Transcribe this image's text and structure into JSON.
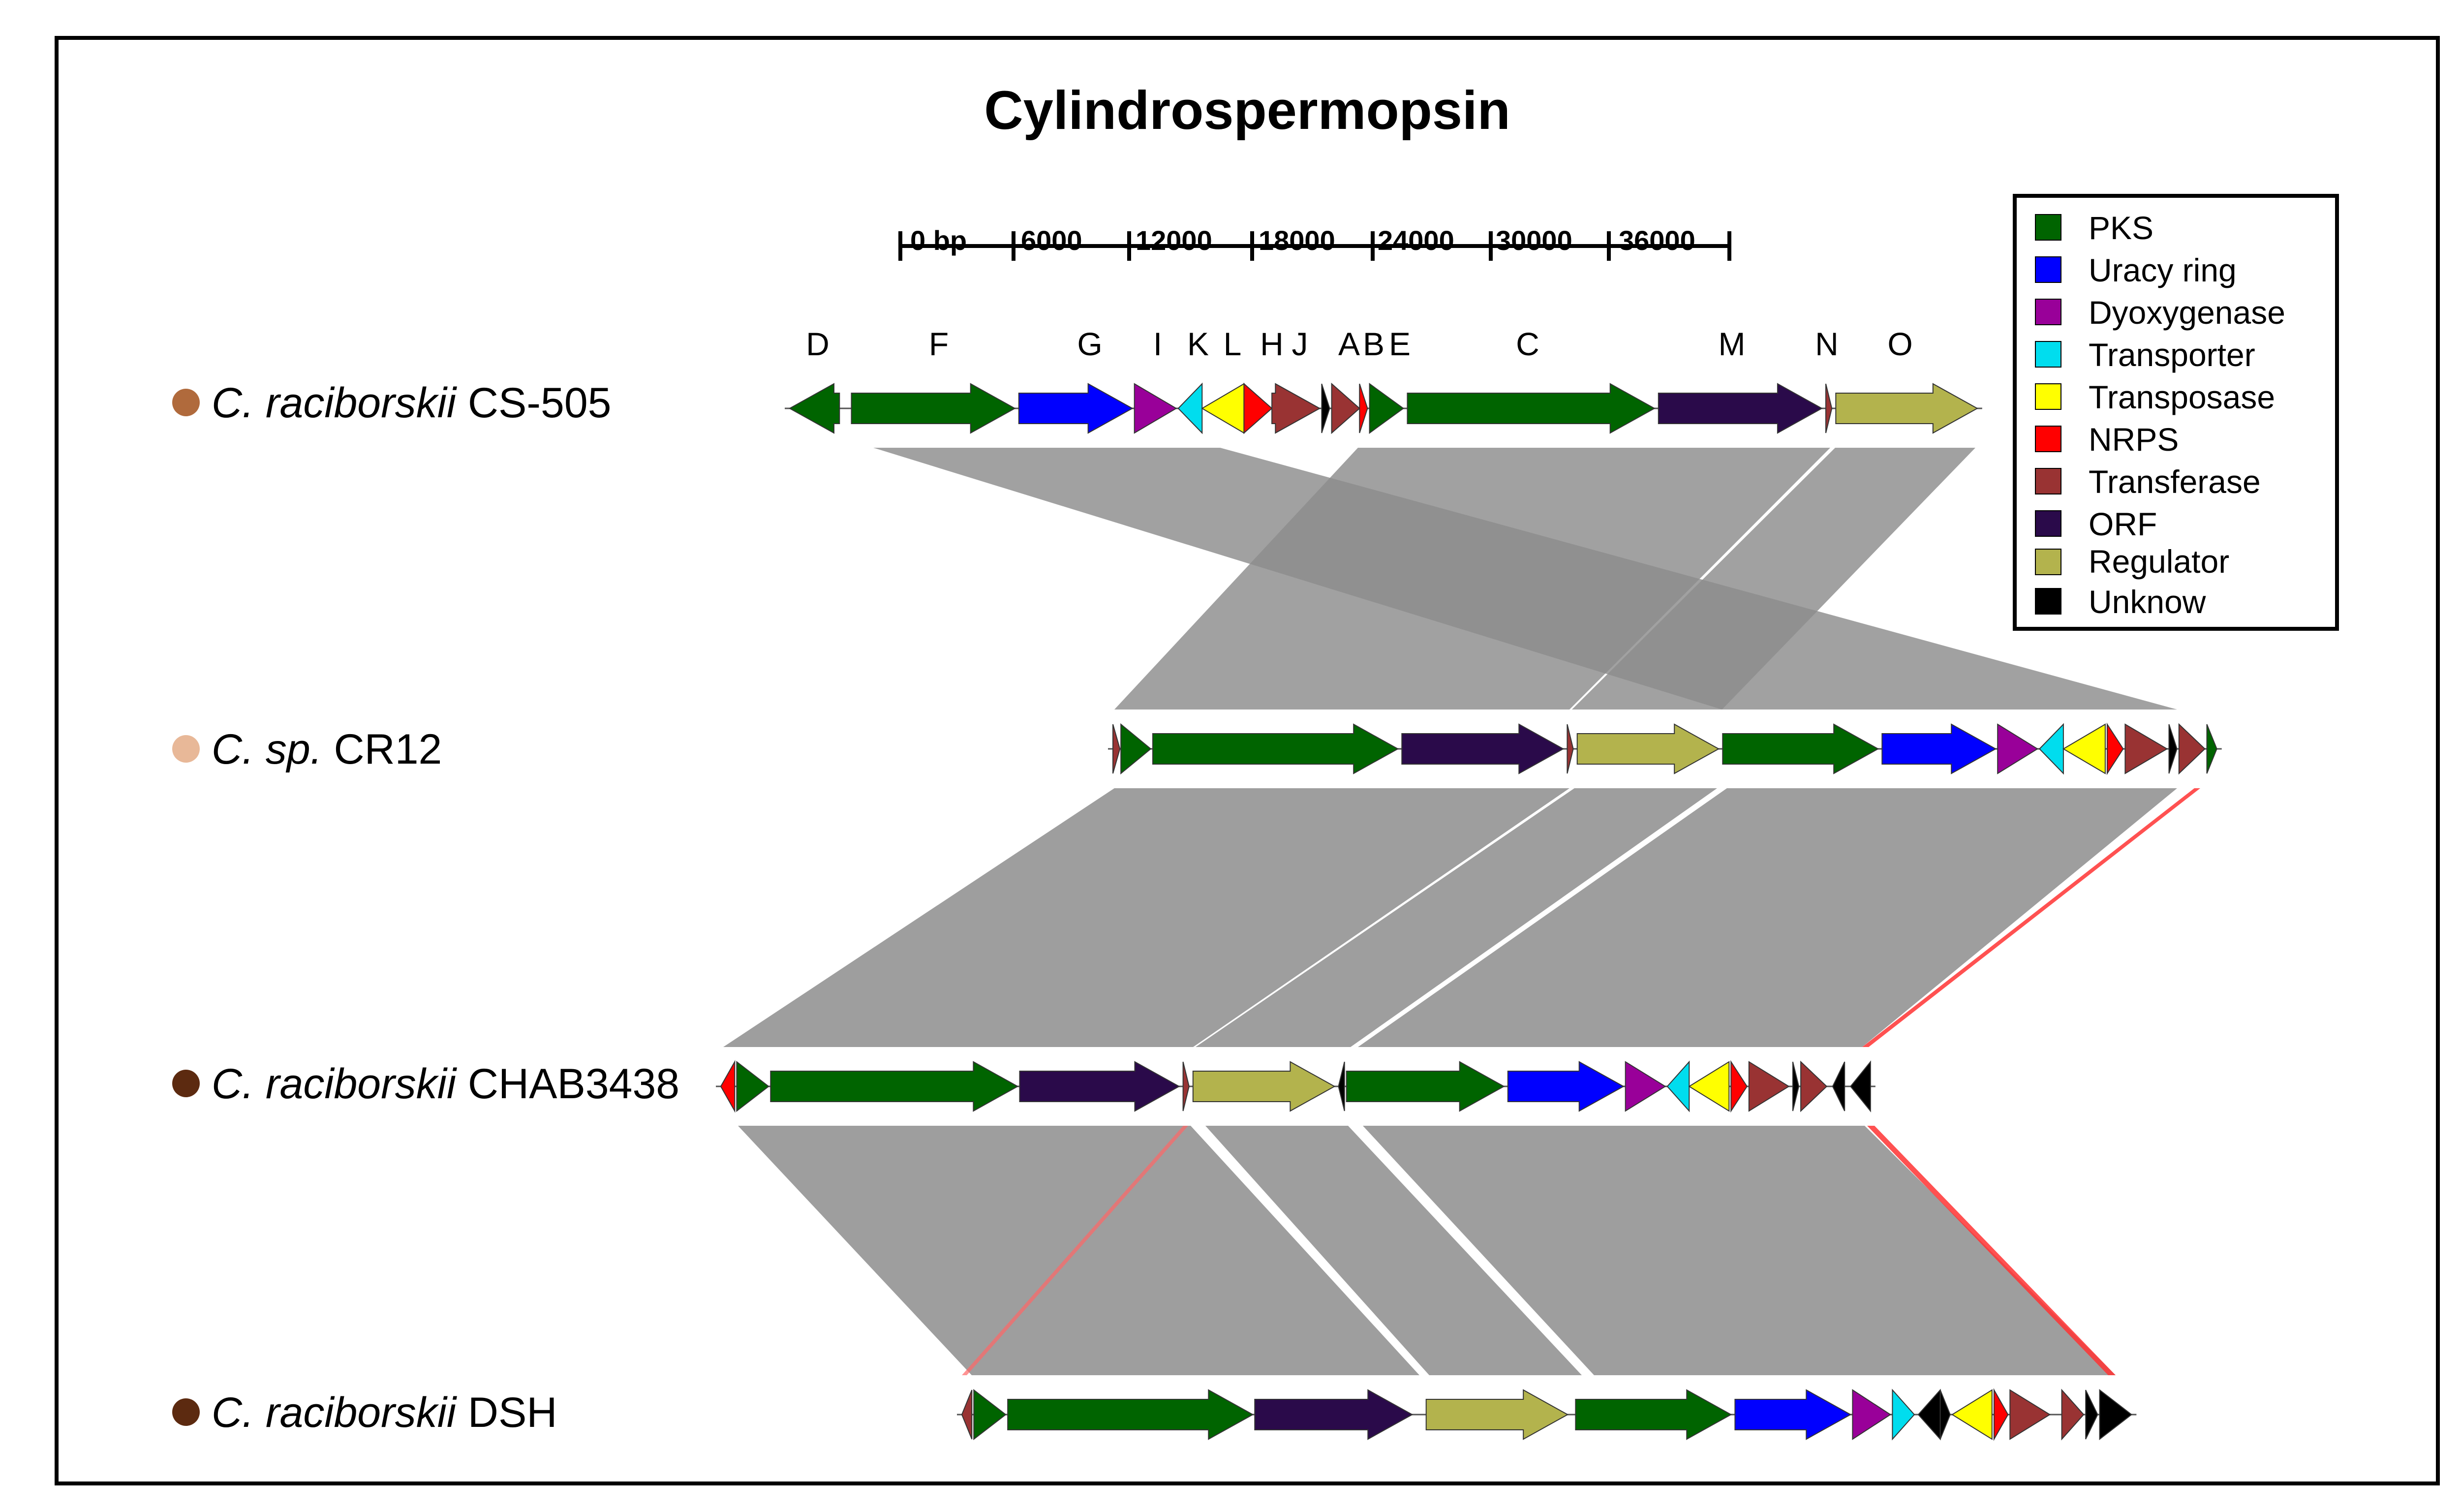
{
  "title": "Cylindrospermopsin",
  "scale": {
    "labels": [
      "0 bp",
      "6000",
      "12000",
      "18000",
      "24000",
      "30000",
      "36000"
    ]
  },
  "legend": [
    {
      "label": "PKS",
      "color": "#006400"
    },
    {
      "label": "Uracy ring",
      "color": "#0000ff"
    },
    {
      "label": "Dyoxygenase",
      "color": "#990099"
    },
    {
      "label": "Transporter",
      "color": "#00ddee"
    },
    {
      "label": "Transposase",
      "color": "#ffff00"
    },
    {
      "label": "NRPS",
      "color": "#ff0000"
    },
    {
      "label": "Transferase",
      "color": "#993333"
    },
    {
      "label": "ORF",
      "color": "#2a0a4a"
    },
    {
      "label": "Regulator",
      "color": "#b3b34d"
    },
    {
      "label": "Unknow",
      "color": "#000000"
    }
  ],
  "strains": [
    {
      "dot_color": "#b06a3c",
      "name_italic": "C. raciborskii",
      "name_rest": " CS-505"
    },
    {
      "dot_color": "#e8b898",
      "name_italic": "C. sp.",
      "name_rest": " CR12"
    },
    {
      "dot_color": "#5c2a10",
      "name_italic": "C. raciborskii",
      "name_rest": " CHAB3438"
    },
    {
      "dot_color": "#5c2a10",
      "name_italic": "C. raciborskii",
      "name_rest": " DSH"
    }
  ],
  "gene_labels": [
    "D",
    "F",
    "G",
    "I",
    "K",
    "L",
    "H",
    "J",
    "A",
    "B",
    "E",
    "C",
    "M",
    "N",
    "O"
  ],
  "tracks": [
    [
      {
        "gene": "D",
        "type": "PKS",
        "start": 0,
        "end": 2500,
        "dir": "-"
      },
      {
        "gene": "F",
        "type": "PKS",
        "start": 3100,
        "end": 11300,
        "dir": "+"
      },
      {
        "gene": "G",
        "type": "Uracy ring",
        "start": 11500,
        "end": 17200,
        "dir": "+"
      },
      {
        "gene": "I",
        "type": "Dyoxygenase",
        "start": 17300,
        "end": 19400,
        "dir": "+"
      },
      {
        "gene": "K",
        "type": "Transporter",
        "start": 19500,
        "end": 20700,
        "dir": "-"
      },
      {
        "gene": "L",
        "type": "Transposase",
        "start": 20700,
        "end": 22800,
        "dir": "-"
      },
      {
        "gene": "H",
        "type": "NRPS",
        "start": 22800,
        "end": 24200,
        "dir": "+"
      },
      {
        "gene": "J",
        "type": "Transferase",
        "start": 24200,
        "end": 26600,
        "dir": "+"
      },
      {
        "gene": "A",
        "type": "Unknow",
        "start": 26700,
        "end": 27100,
        "dir": "+"
      },
      {
        "gene": "B",
        "type": "Transferase",
        "start": 27200,
        "end": 28600,
        "dir": "+"
      },
      {
        "gene": "",
        "type": "NRPS",
        "start": 28600,
        "end": 29000,
        "dir": "+"
      },
      {
        "gene": "E",
        "type": "PKS",
        "start": 29100,
        "end": 30800,
        "dir": "+"
      },
      {
        "gene": "C",
        "type": "PKS",
        "start": 31000,
        "end": 43400,
        "dir": "+"
      },
      {
        "gene": "M",
        "type": "ORF",
        "start": 43600,
        "end": 51800,
        "dir": "+"
      },
      {
        "gene": "N",
        "type": "Transferase",
        "start": 52000,
        "end": 52300,
        "dir": "+"
      },
      {
        "gene": "O",
        "type": "Regulator",
        "start": 52500,
        "end": 59600,
        "dir": "+"
      }
    ],
    [
      {
        "gene": "",
        "type": "Transferase",
        "start": 0,
        "end": 350,
        "dir": "+"
      },
      {
        "gene": "",
        "type": "PKS",
        "start": 400,
        "end": 1900,
        "dir": "+"
      },
      {
        "gene": "",
        "type": "PKS",
        "start": 2000,
        "end": 14300,
        "dir": "+"
      },
      {
        "gene": "",
        "type": "ORF",
        "start": 14500,
        "end": 22600,
        "dir": "+"
      },
      {
        "gene": "",
        "type": "Transferase",
        "start": 22800,
        "end": 23100,
        "dir": "+"
      },
      {
        "gene": "",
        "type": "Regulator",
        "start": 23300,
        "end": 30400,
        "dir": "+"
      },
      {
        "gene": "",
        "type": "PKS",
        "start": 30600,
        "end": 38400,
        "dir": "+"
      },
      {
        "gene": "",
        "type": "Uracy ring",
        "start": 38600,
        "end": 44300,
        "dir": "+"
      },
      {
        "gene": "",
        "type": "Dyoxygenase",
        "start": 44400,
        "end": 46400,
        "dir": "+"
      },
      {
        "gene": "",
        "type": "Transporter",
        "start": 46500,
        "end": 47700,
        "dir": "-"
      },
      {
        "gene": "",
        "type": "Transposase",
        "start": 47700,
        "end": 49800,
        "dir": "-"
      },
      {
        "gene": "",
        "type": "NRPS",
        "start": 49900,
        "end": 50700,
        "dir": "+"
      },
      {
        "gene": "",
        "type": "Transferase",
        "start": 50800,
        "end": 52900,
        "dir": "+"
      },
      {
        "gene": "",
        "type": "Unknow",
        "start": 53000,
        "end": 53400,
        "dir": "+"
      },
      {
        "gene": "",
        "type": "Transferase",
        "start": 53500,
        "end": 54800,
        "dir": "+"
      },
      {
        "gene": "",
        "type": "PKS",
        "start": 54900,
        "end": 55400,
        "dir": "+"
      }
    ],
    [
      {
        "gene": "",
        "type": "NRPS",
        "start": 0,
        "end": 700,
        "dir": "-"
      },
      {
        "gene": "",
        "type": "PKS",
        "start": 800,
        "end": 2400,
        "dir": "+"
      },
      {
        "gene": "",
        "type": "PKS",
        "start": 2500,
        "end": 14900,
        "dir": "+"
      },
      {
        "gene": "",
        "type": "ORF",
        "start": 15000,
        "end": 23000,
        "dir": "+"
      },
      {
        "gene": "",
        "type": "Transferase",
        "start": 23200,
        "end": 23500,
        "dir": "+"
      },
      {
        "gene": "",
        "type": "Regulator",
        "start": 23700,
        "end": 30800,
        "dir": "+"
      },
      {
        "gene": "",
        "type": "Unknow",
        "start": 31000,
        "end": 31300,
        "dir": "-"
      },
      {
        "gene": "",
        "type": "PKS",
        "start": 31400,
        "end": 39300,
        "dir": "+"
      },
      {
        "gene": "",
        "type": "Uracy ring",
        "start": 39500,
        "end": 45300,
        "dir": "+"
      },
      {
        "gene": "",
        "type": "Dyoxygenase",
        "start": 45400,
        "end": 47400,
        "dir": "+"
      },
      {
        "gene": "",
        "type": "Transporter",
        "start": 47500,
        "end": 48600,
        "dir": "-"
      },
      {
        "gene": "",
        "type": "Transposase",
        "start": 48600,
        "end": 50600,
        "dir": "-"
      },
      {
        "gene": "",
        "type": "NRPS",
        "start": 50700,
        "end": 51500,
        "dir": "+"
      },
      {
        "gene": "",
        "type": "Transferase",
        "start": 51600,
        "end": 53600,
        "dir": "+"
      },
      {
        "gene": "",
        "type": "Unknow",
        "start": 53800,
        "end": 54100,
        "dir": "+"
      },
      {
        "gene": "",
        "type": "Transferase",
        "start": 54200,
        "end": 55500,
        "dir": "+"
      },
      {
        "gene": "",
        "type": "Unknow",
        "start": 55800,
        "end": 56400,
        "dir": "-"
      },
      {
        "gene": "",
        "type": "Unknow",
        "start": 56700,
        "end": 57700,
        "dir": "-"
      }
    ],
    [
      {
        "gene": "",
        "type": "Transferase",
        "start": 0,
        "end": 500,
        "dir": "-"
      },
      {
        "gene": "",
        "type": "PKS",
        "start": 600,
        "end": 2200,
        "dir": "+"
      },
      {
        "gene": "",
        "type": "PKS",
        "start": 2300,
        "end": 14600,
        "dir": "+"
      },
      {
        "gene": "",
        "type": "ORF",
        "start": 14700,
        "end": 22600,
        "dir": "+"
      },
      {
        "gene": "",
        "type": "Regulator",
        "start": 23300,
        "end": 30400,
        "dir": "+"
      },
      {
        "gene": "",
        "type": "PKS",
        "start": 30800,
        "end": 38600,
        "dir": "+"
      },
      {
        "gene": "",
        "type": "Uracy ring",
        "start": 38800,
        "end": 44600,
        "dir": "+"
      },
      {
        "gene": "",
        "type": "Dyoxygenase",
        "start": 44700,
        "end": 46600,
        "dir": "+"
      },
      {
        "gene": "",
        "type": "Transporter",
        "start": 46700,
        "end": 47800,
        "dir": "+"
      },
      {
        "gene": "",
        "type": "Unknow",
        "start": 48000,
        "end": 49100,
        "dir": "-"
      },
      {
        "gene": "",
        "type": "Unknow",
        "start": 49100,
        "end": 49600,
        "dir": "+"
      },
      {
        "gene": "",
        "type": "Transposase",
        "start": 49700,
        "end": 51700,
        "dir": "-"
      },
      {
        "gene": "",
        "type": "NRPS",
        "start": 51800,
        "end": 52500,
        "dir": "+"
      },
      {
        "gene": "",
        "type": "Transferase",
        "start": 52600,
        "end": 54600,
        "dir": "+"
      },
      {
        "gene": "",
        "type": "Transferase",
        "start": 55200,
        "end": 56300,
        "dir": "+"
      },
      {
        "gene": "",
        "type": "Unknow",
        "start": 56400,
        "end": 57000,
        "dir": "+"
      },
      {
        "gene": "",
        "type": "Unknow",
        "start": 57100,
        "end": 58700,
        "dir": "+"
      }
    ]
  ]
}
